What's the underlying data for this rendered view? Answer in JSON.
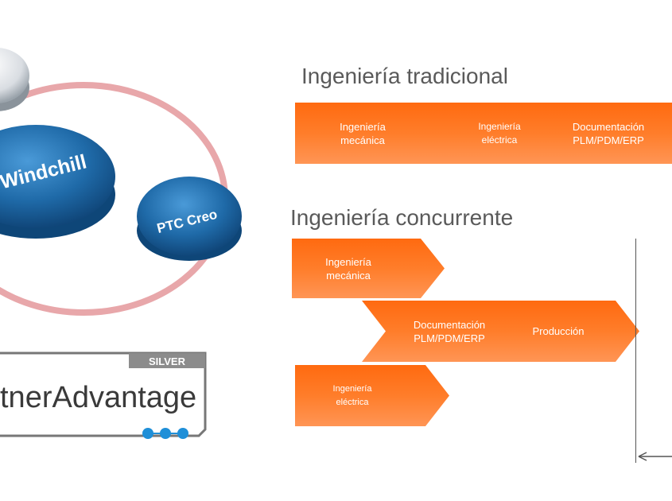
{
  "logos": {
    "windchill": "Windchill",
    "creo": "PTC Creo",
    "partner_text": "tnerAdvantage",
    "partner_badge": "SILVER"
  },
  "traditional": {
    "title": "Ingeniería tradicional",
    "steps": [
      {
        "line1": "Ingeniería",
        "line2": "mecánica"
      },
      {
        "line1": "Ingeniería",
        "line2": "eléctrica"
      },
      {
        "line1": "Documentación",
        "line2": "PLM/PDM/ERP"
      }
    ]
  },
  "concurrent": {
    "title": "Ingeniería concurrente",
    "steps": [
      {
        "line1": "Ingeniería",
        "line2": "mecánica"
      },
      {
        "line1": "Documentación",
        "line2": "PLM/PDM/ERP"
      },
      {
        "line1": "Producción",
        "line2": ""
      },
      {
        "line1": "Ingeniería",
        "line2": "eléctrica"
      }
    ]
  },
  "colors": {
    "orange": "#ff7a2a",
    "ptc_blue": "#1f6aa8",
    "ring_pink": "#e8a7aa",
    "heading_gray": "#5a5a5a"
  }
}
